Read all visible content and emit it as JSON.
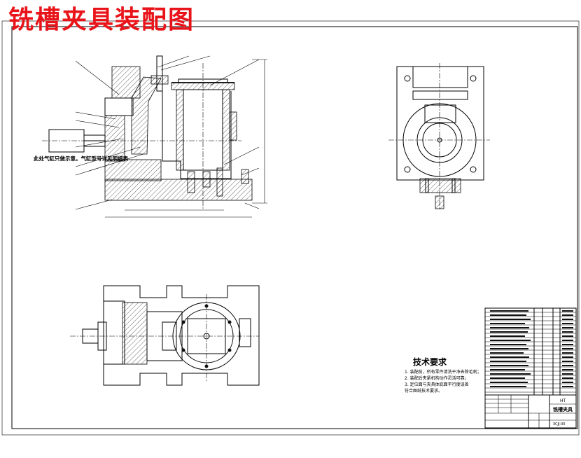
{
  "document": {
    "title": "铣槽夹具装配图"
  },
  "front_view": {
    "callout_note": "此处气缸只做示意。气缸型号详见明细表"
  },
  "technical_requirements": {
    "heading": "技术要求",
    "items": [
      "1. 装配前，所有零件清洗干净去除毛刺；",
      "2. 装配后夹紧机构动作灵活可靠；",
      "3. 定位面与夹具体底面平行度误差",
      "符合图纸技术要求。"
    ]
  },
  "title_block": {
    "material": "HT",
    "drawing_name": "铣槽夹具",
    "drawing_number": "XCJJ-00"
  },
  "colors": {
    "title": "#e8141a",
    "lines": "#000000"
  }
}
